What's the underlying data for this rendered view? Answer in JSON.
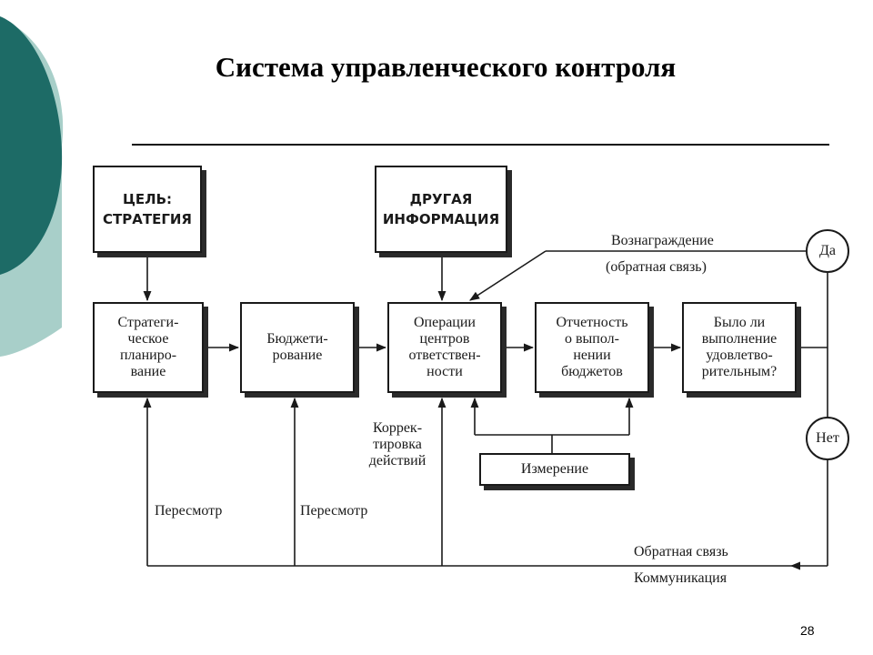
{
  "slide": {
    "title": "Система управленческого контроля",
    "number": "28",
    "accent_colors": [
      "#1d6b66",
      "#a8cfc9"
    ]
  },
  "diagram": {
    "boxes": {
      "goal": "ЦЕЛЬ:\nСТРАТЕГИЯ",
      "other_info": "ДРУГАЯ\nИНФОРМАЦИЯ",
      "strategic_planning": "Стратеги-\nческое\nпланиро-\nвание",
      "budgeting": "Бюджети-\nрование",
      "operations": "Операции\nцентров\nответствен-\nности",
      "reporting": "Отчетность\nо выпол-\nнении\nбюджетов",
      "satisfactory": "Было ли\nвыполнение\nудовлетво-\nрительным?",
      "measurement": "Измерение"
    },
    "decisions": {
      "yes": "Да",
      "no": "Нет"
    },
    "labels": {
      "reward": "Вознаграждение",
      "reward_feedback": "(обратная связь)",
      "correction": "Коррек-\nтировка\nдействий",
      "revision_1": "Пересмотр",
      "revision_2": "Пересмотр",
      "feedback": "Обратная связь",
      "communication": "Коммуникация"
    }
  }
}
